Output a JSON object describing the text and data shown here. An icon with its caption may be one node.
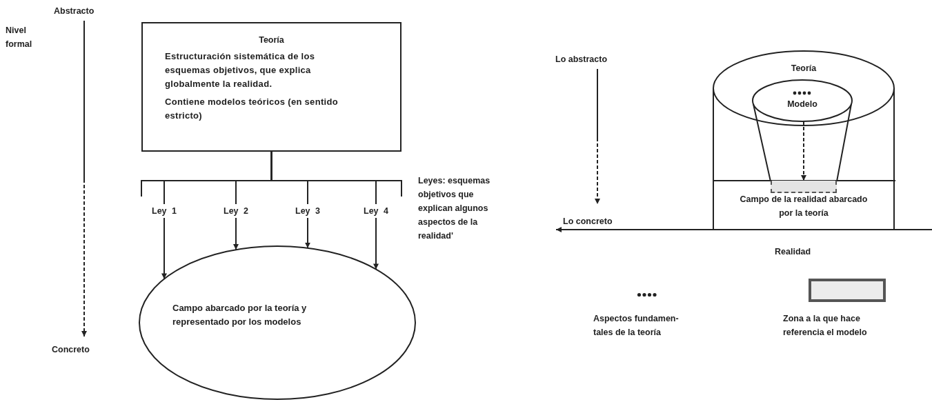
{
  "diagram": {
    "nodes": [
      {
        "text": [
          "Teoría",
          "Estructuración sistemática de los esquemas objetivos, que explica globalmente la realidad.",
          "Contiene modelos teóricos (en sentido estricto)"
        ]
      },
      {
        "text": [
          "Campo abarcado por la teoría y representado por los modelos"
        ]
      },
      {
        "text": [
          "Teoría",
          "Campo de la realidad abarcado por la teoría"
        ]
      },
      {
        "text": [
          "Modelo"
        ],
        "in": 2
      },
      {
        "text": [],
        "shape": "box",
        "in": 2
      }
    ],
    "edges": [
      {
        "from": 0,
        "to": 1,
        "arrow": "to",
        "label": "Ley 1"
      },
      {
        "from": 0,
        "to": 1,
        "arrow": "to",
        "label": "Ley 2"
      },
      {
        "from": 0,
        "to": 1,
        "arrow": "to",
        "label": "Ley 3"
      },
      {
        "from": 0,
        "to": 1,
        "arrow": "to",
        "label": "Ley 4"
      },
      {
        "from": 3,
        "to": 4,
        "arrow": "to",
        "style": "dashed"
      }
    ],
    "labels": [
      "Abstracto",
      "Nivel formal",
      "Lo abstracto",
      "Leyes: esquemas objetivos que explican algunos aspectos de la realidad'",
      "Lo concreto",
      "Realidad",
      "Concreto"
    ],
    "legend": [
      {
        "text": "Aspectos fundamen- tales de la teoría"
      },
      {
        "text": "Zona a la que hace referencia el modelo"
      }
    ]
  }
}
